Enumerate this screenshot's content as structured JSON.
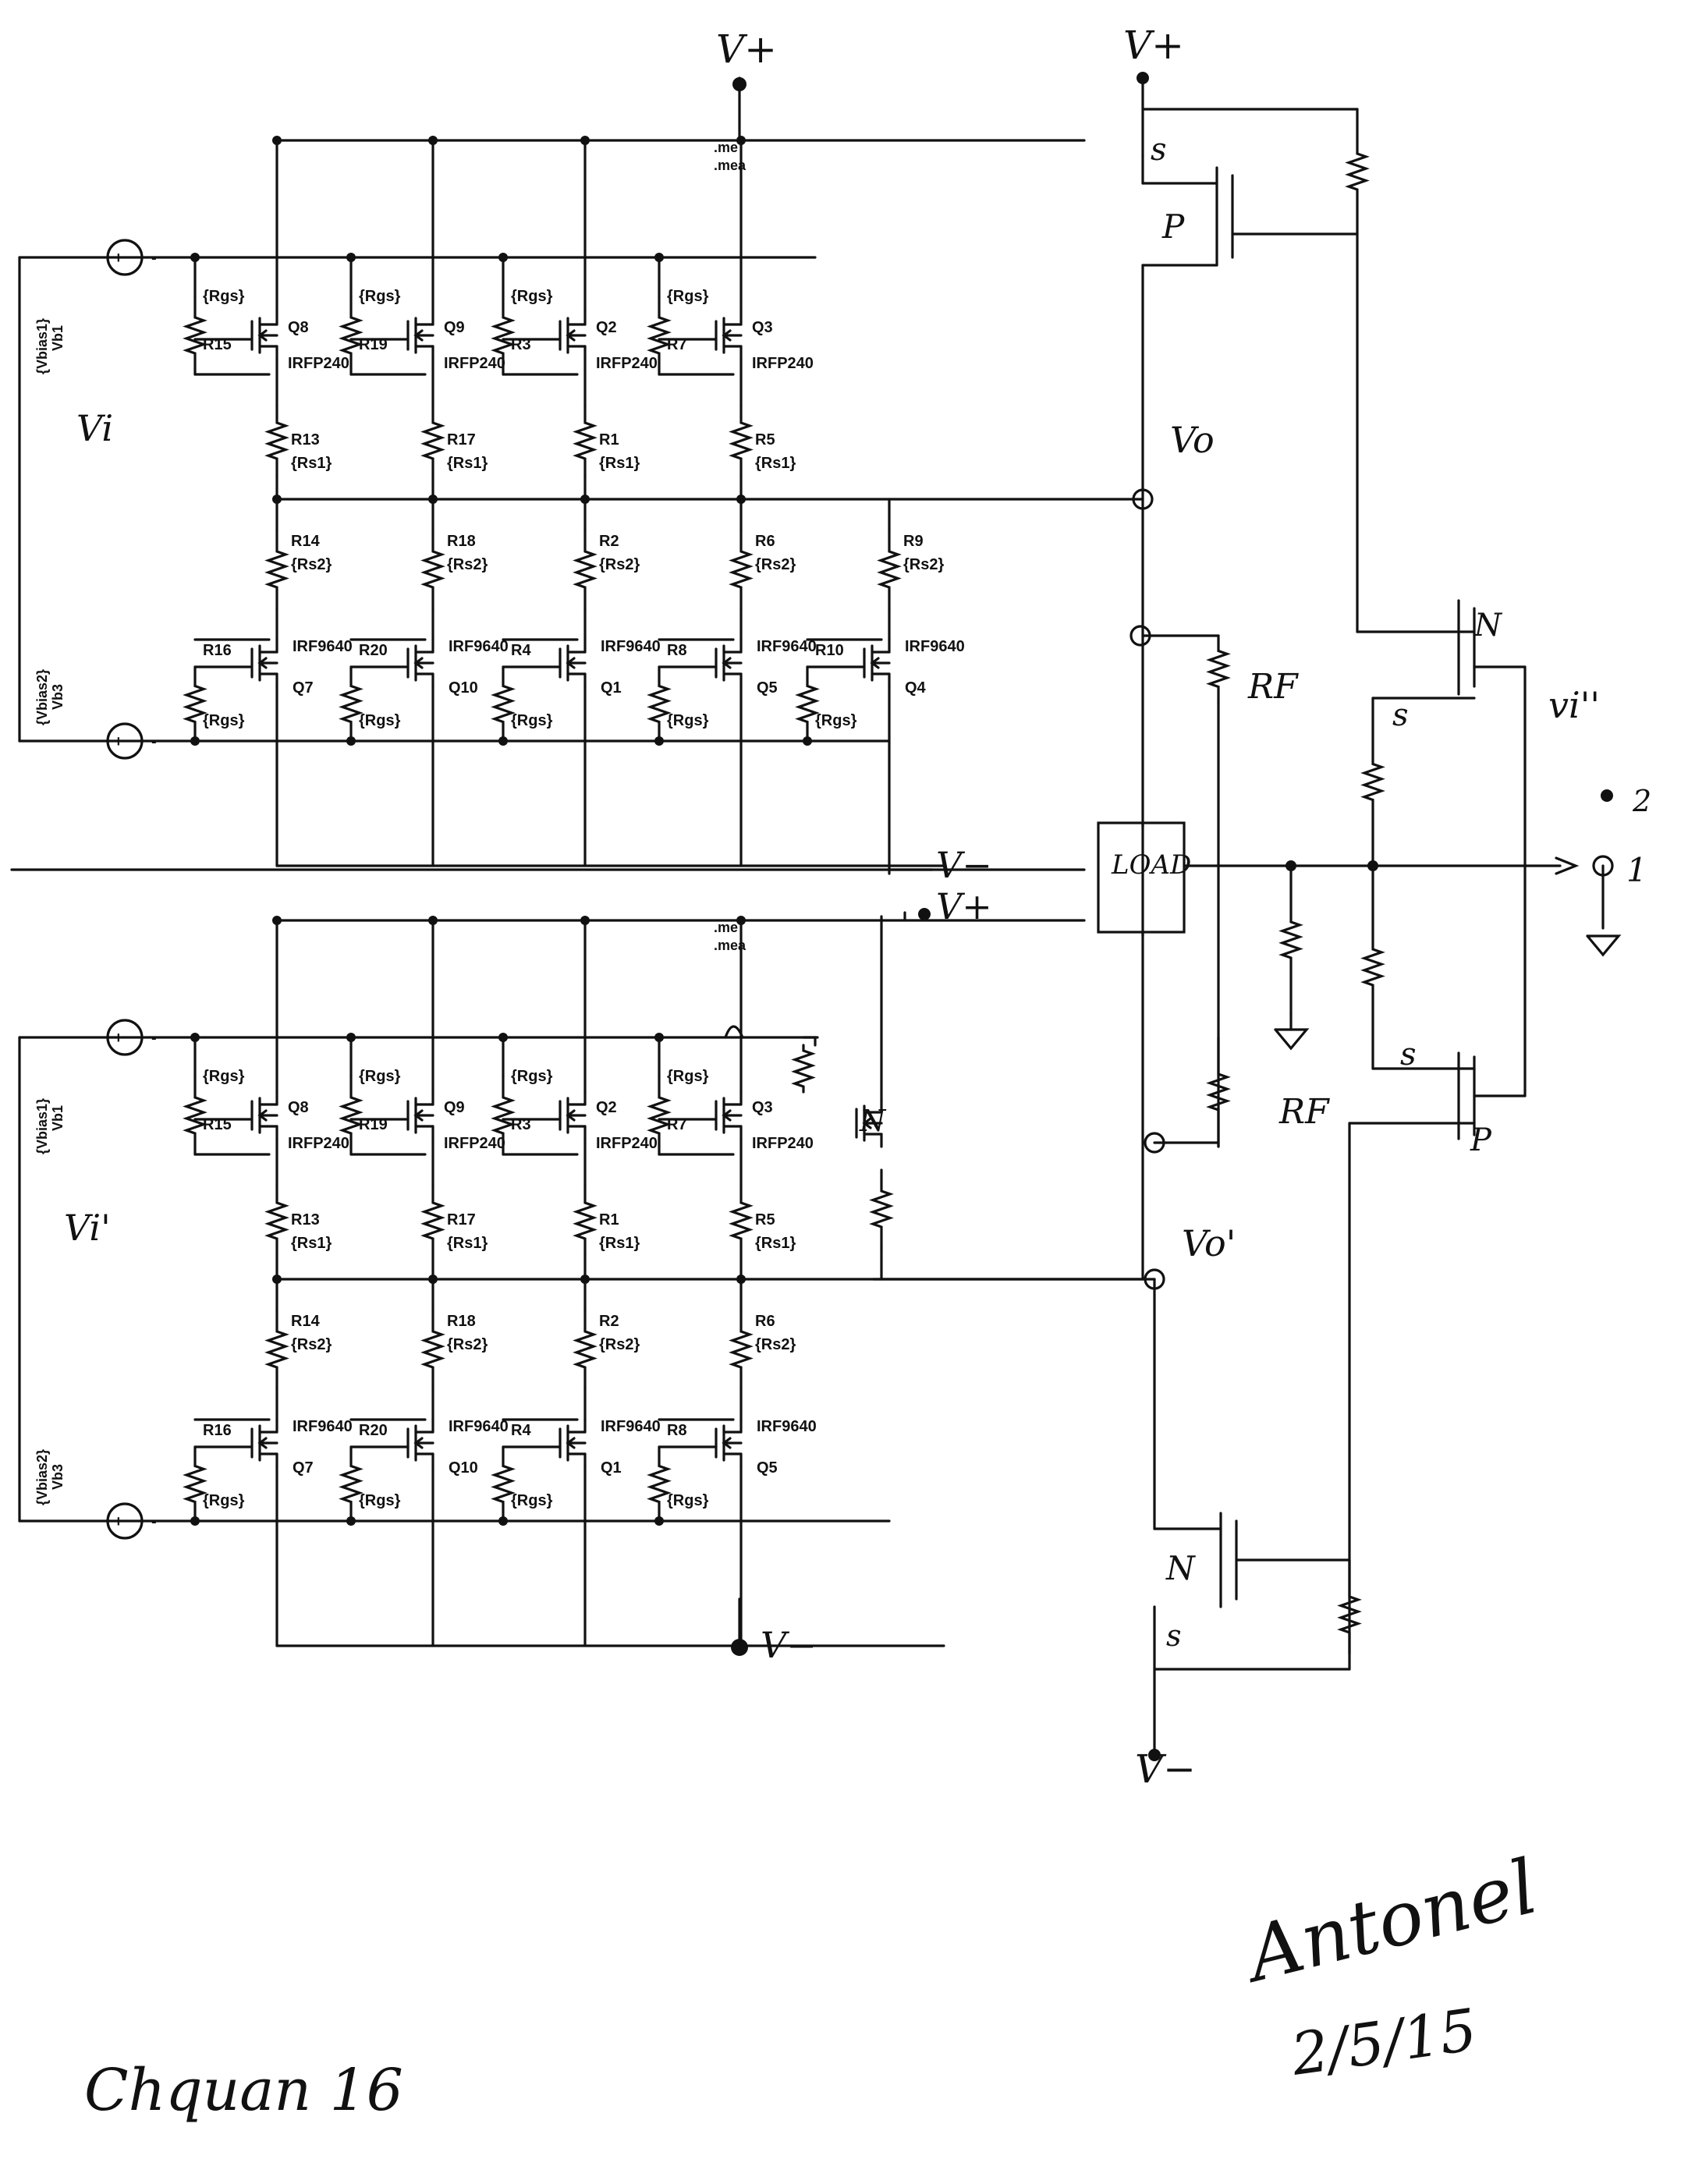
{
  "parts": {
    "cols": [
      {
        "rgs": "{Rgs}",
        "rtop": "R15",
        "q": "Q8",
        "qtype": "IRFP240",
        "rs1": "R13",
        "rs1v": "{Rs1}",
        "rs2": "R14",
        "rs2v": "{Rs2}",
        "rbot": "R16",
        "pq": "Q7",
        "ptype": "IRF9640",
        "rgsb": "{Rgs}"
      },
      {
        "rgs": "{Rgs}",
        "rtop": "R19",
        "q": "Q9",
        "qtype": "IRFP240",
        "rs1": "R17",
        "rs1v": "{Rs1}",
        "rs2": "R18",
        "rs2v": "{Rs2}",
        "rbot": "R20",
        "pq": "Q10",
        "ptype": "IRF9640",
        "rgsb": "{Rgs}"
      },
      {
        "rgs": "{Rgs}",
        "rtop": "R3",
        "q": "Q2",
        "qtype": "IRFP240",
        "rs1": "R1",
        "rs1v": "{Rs1}",
        "rs2": "R2",
        "rs2v": "{Rs2}",
        "rbot": "R4",
        "pq": "Q1",
        "ptype": "IRF9640",
        "rgsb": "{Rgs}"
      },
      {
        "rgs": "{Rgs}",
        "rtop": "R7",
        "q": "Q3",
        "qtype": "IRFP240",
        "rs1": "R5",
        "rs1v": "{Rs1}",
        "rs2": "R6",
        "rs2v": "{Rs2}",
        "rbot": "R8",
        "pq": "Q5",
        "ptype": "IRF9640",
        "rgsb": "{Rgs}"
      }
    ],
    "extra": {
      "rs2": "R9",
      "rs2v": "{Rs2}",
      "rbot": "R10",
      "pq": "Q4",
      "ptype": "IRF9640",
      "rgsb": "{Rgs}"
    },
    "src_top_a": "{Vbias1}",
    "src_top_b": "Vb1",
    "src_bot_a": "{Vbias2}",
    "src_bot_b": "Vb3",
    "meas_a": ".me",
    "meas_b": ".mea",
    "plus": "+",
    "minus": "-"
  },
  "handwritten": {
    "vplus": "V+",
    "vminus": "V−",
    "vi": "Vi",
    "vi2": "Vi'",
    "vo": "Vo",
    "vo2": "Vo'",
    "s": "s",
    "p": "P",
    "n": "N",
    "rf": "RF",
    "load": "LOAD",
    "vi_dd": "vi''",
    "node1": "1",
    "node2": "2",
    "signature": "Antonel",
    "date": "2/5/15",
    "author": "Chquan 16"
  }
}
